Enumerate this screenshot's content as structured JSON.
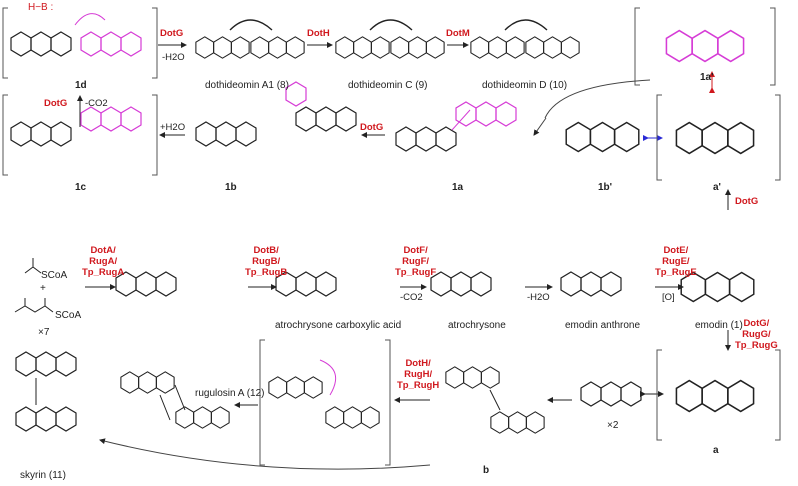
{
  "colors": {
    "enzyme": "#d0181e",
    "highlight": "#d63cd6",
    "radical_arrow": "#2a2ad6",
    "structure": "#222222"
  },
  "top_row": {
    "cpd_1d": "1d",
    "hb": "H−B :",
    "step1_enzyme": "DotG",
    "step1_cond": "-H2O",
    "dothideomin_a1": "dothideomin A1 (8)",
    "step2_enzyme": "DotH",
    "dothideomin_c": "dothideomin C (9)",
    "step3_enzyme": "DotM",
    "dothideomin_d": "dothideomin D (10)",
    "cpd_1a_prime": "1a'"
  },
  "left_vertical": {
    "enzyme": "DotG",
    "cond": "-CO2"
  },
  "second_row": {
    "cpd_1c": "1c",
    "cond_water": "+H2O",
    "cpd_1b": "1b",
    "enzyme": "DotG",
    "cpd_1a": "1a",
    "cpd_1b_prime": "1b'",
    "cpd_a_prime": "a'",
    "up_enzyme": "DotG"
  },
  "third_row": {
    "acetyl": "SCoA",
    "plus": "+",
    "malonyl": "SCoA",
    "times7": "×7",
    "enz_a": "DotA/\nRugA/\nTp_RugA",
    "enz_b": "DotB/\nRugB/\nTp_RugB",
    "acid": "atrochrysone carboxylic acid",
    "enz_f": "DotF/\nRugF/\nTp_RugF",
    "cond_f": "-CO2",
    "atrochrysone": "atrochrysone",
    "cond_dehyd": "-H2O",
    "anthrone": "emodin anthrone",
    "enz_e": "DotE/\nRugE/\nTp_RugE",
    "cond_e": "[O]",
    "emodin": "emodin (1)"
  },
  "bottom_row": {
    "skyrin": "skyrin (11)",
    "rugulosin": "rugulosin A (12)",
    "enz_h": "DotH/\nRugH/\nTp_RugH",
    "cpd_b": "b",
    "times2": "×2",
    "cpd_a": "a",
    "enz_g": "DotG/\nRugG/\nTp_RugG"
  }
}
